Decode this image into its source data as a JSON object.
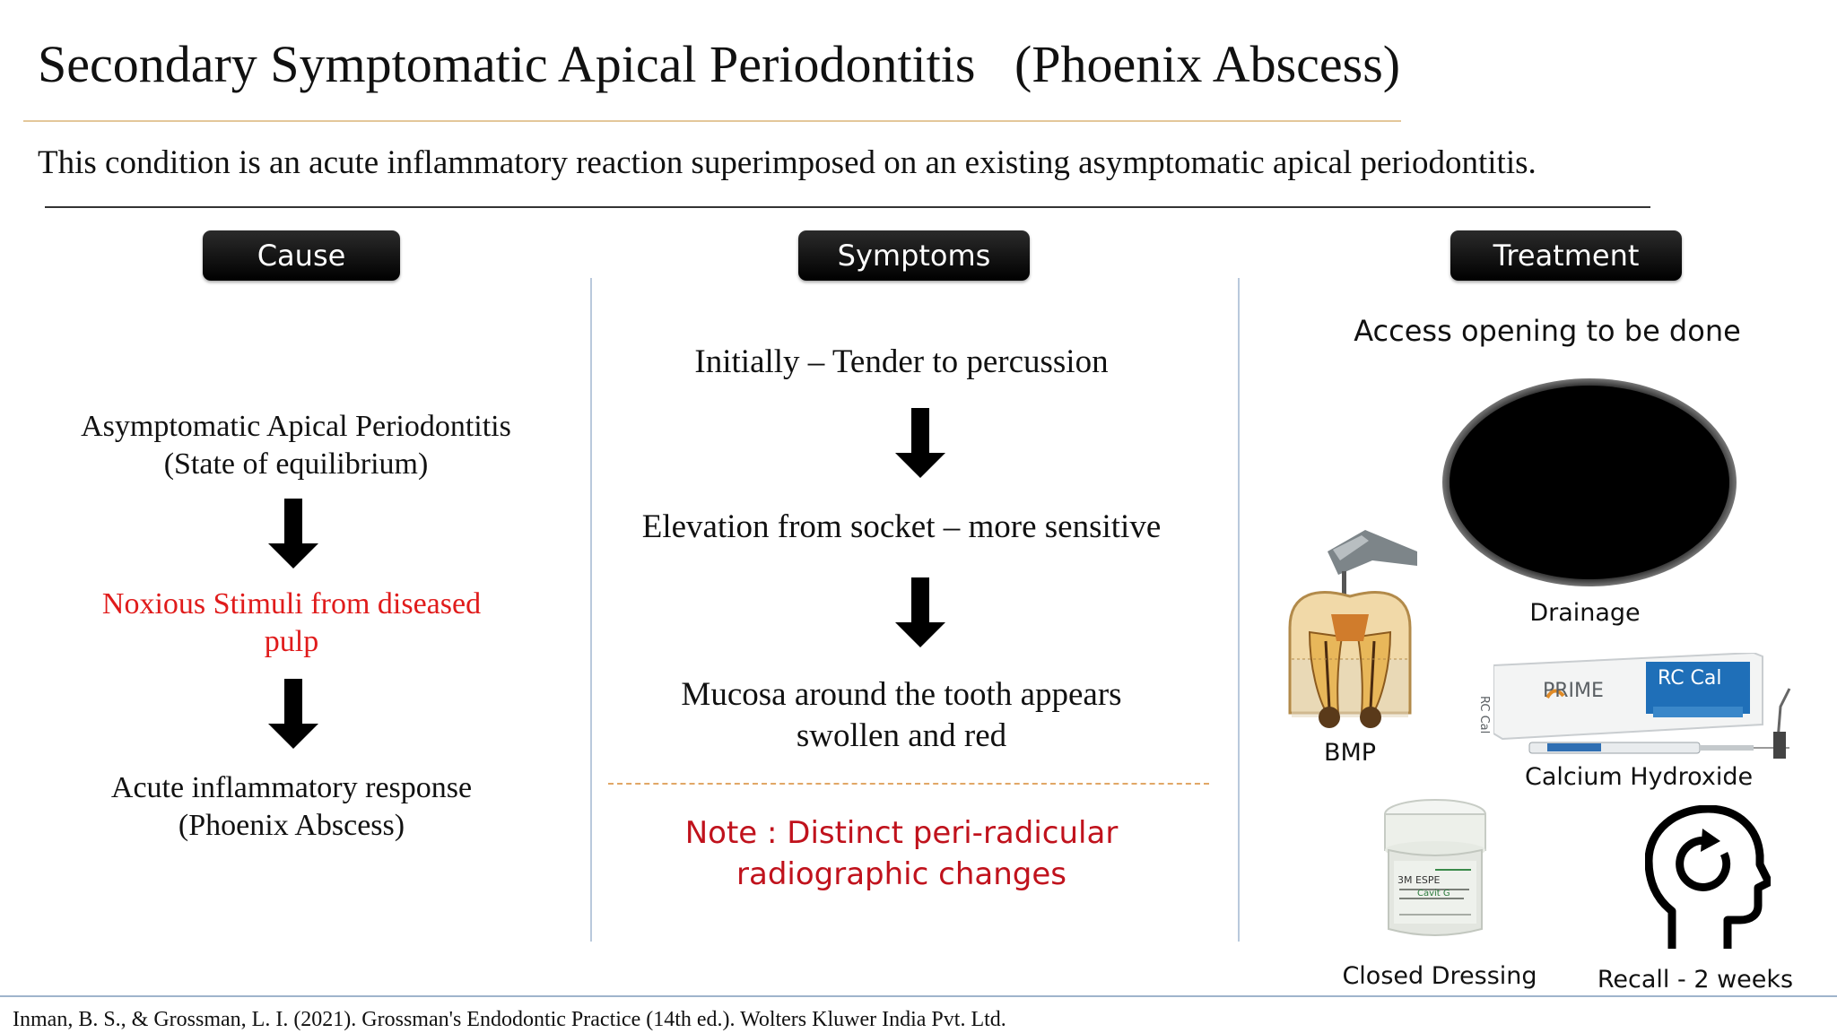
{
  "slide": {
    "title": "Secondary Symptomatic Apical Periodontitis   (Phoenix Abscess)",
    "intro": "This condition is an acute inflammatory reaction superimposed on an existing asymptomatic apical periodontitis."
  },
  "cause": {
    "header": "Cause",
    "step1_line1": "Asymptomatic Apical Periodontitis",
    "step1_line2": "(State of equilibrium)",
    "step2_line1": "Noxious Stimuli from diseased",
    "step2_line2": "pulp",
    "step3_line1": "Acute inflammatory response",
    "step3_line2": "(Phoenix Abscess)"
  },
  "symptoms": {
    "header": "Symptoms",
    "step1": "Initially – Tender to percussion",
    "step2": "Elevation from socket – more sensitive",
    "step3_line1": "Mucosa around the tooth appears",
    "step3_line2": "swollen and red",
    "note_line1": "Note : Distinct peri-radicular",
    "note_line2": "radiographic changes"
  },
  "treatment": {
    "header": "Treatment",
    "access": "Access opening to be done",
    "drainage": "Drainage",
    "bmp": "BMP",
    "calcium": "Calcium Hydroxide",
    "closed": "Closed Dressing",
    "recall": "Recall - 2 weeks",
    "product_brand": "PRIME",
    "product_name": "RC Cal",
    "product_side": "RC Cal",
    "jar_brand": "3M ESPE",
    "jar_name": "Cavit G"
  },
  "footer": {
    "citation": "Inman, B. S., & Grossman, L. I. (2021). Grossman's Endodontic Practice (14th ed.). Wolters Kluwer India Pvt. Ltd."
  },
  "colors": {
    "accent_red": "#e01b1b",
    "note_red": "#c0121c",
    "title_rule": "#e3c79a",
    "pill": "#000000"
  }
}
